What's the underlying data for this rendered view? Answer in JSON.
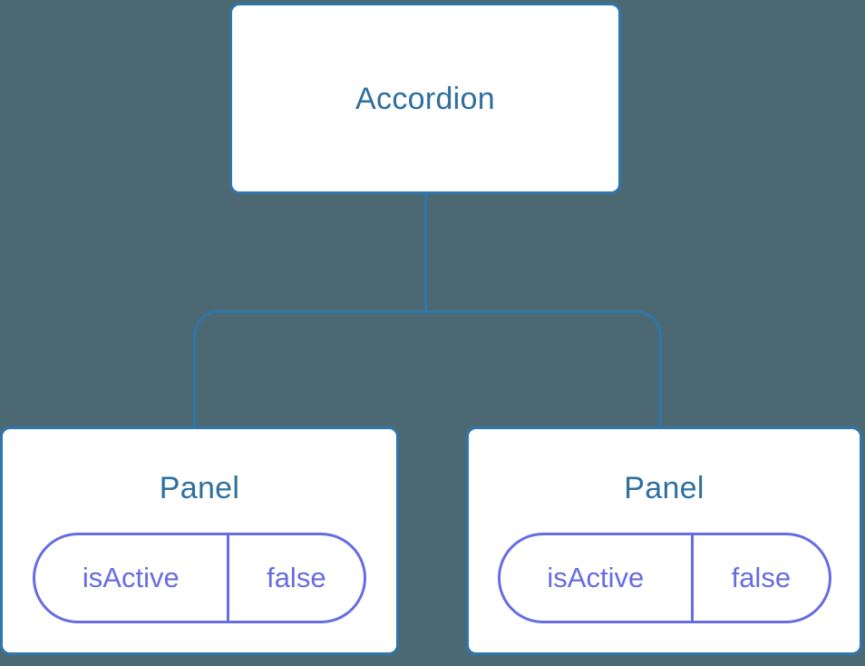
{
  "colors": {
    "background": "#4C6973",
    "line": "#2E76AC",
    "node_border": "#2E76AC",
    "node_fill": "#FFFFFF",
    "node_text": "#2F6F9E",
    "pill": "#666DE2"
  },
  "tree": {
    "root": {
      "label": "Accordion"
    },
    "children": [
      {
        "label": "Panel",
        "state": {
          "name": "isActive",
          "value": "false"
        }
      },
      {
        "label": "Panel",
        "state": {
          "name": "isActive",
          "value": "false"
        }
      }
    ]
  }
}
